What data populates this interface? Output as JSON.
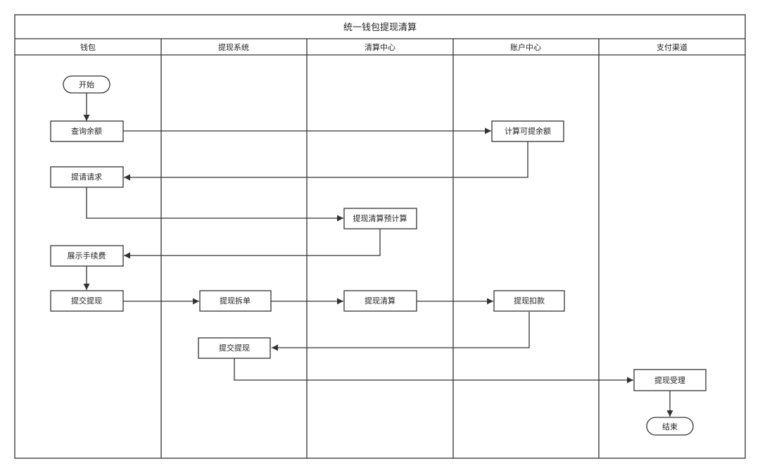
{
  "diagram": {
    "title": "统一钱包提现清算",
    "lanes": [
      {
        "id": "wallet",
        "label": "钱包"
      },
      {
        "id": "withdraw_sys",
        "label": "提现系统"
      },
      {
        "id": "clearing",
        "label": "清算中心"
      },
      {
        "id": "account",
        "label": "账户中心"
      },
      {
        "id": "payment",
        "label": "支付渠道"
      }
    ],
    "nodes": [
      {
        "id": "start",
        "label": "开始",
        "shape": "terminal",
        "lane": "wallet"
      },
      {
        "id": "query_balance",
        "label": "查询余额",
        "shape": "process",
        "lane": "wallet"
      },
      {
        "id": "calc_withdrawable",
        "label": "计算可提余额",
        "shape": "process",
        "lane": "account"
      },
      {
        "id": "withdraw_request",
        "label": "提请请求",
        "shape": "process",
        "lane": "wallet"
      },
      {
        "id": "pre_calc",
        "label": "提现清算预计算",
        "shape": "process",
        "lane": "clearing"
      },
      {
        "id": "show_fee",
        "label": "展示手续费",
        "shape": "process",
        "lane": "wallet"
      },
      {
        "id": "submit_wallet",
        "label": "提交提现",
        "shape": "process",
        "lane": "wallet"
      },
      {
        "id": "split_order",
        "label": "提现拆单",
        "shape": "process",
        "lane": "withdraw_sys"
      },
      {
        "id": "clearing_step",
        "label": "提现清算",
        "shape": "process",
        "lane": "clearing"
      },
      {
        "id": "deduct",
        "label": "提现扣款",
        "shape": "process",
        "lane": "account"
      },
      {
        "id": "submit_sys",
        "label": "提交提现",
        "shape": "process",
        "lane": "withdraw_sys"
      },
      {
        "id": "accept",
        "label": "提现受理",
        "shape": "process",
        "lane": "payment"
      },
      {
        "id": "end",
        "label": "结束",
        "shape": "terminal",
        "lane": "payment"
      }
    ],
    "edges": [
      {
        "from": "start",
        "to": "query_balance"
      },
      {
        "from": "query_balance",
        "to": "calc_withdrawable"
      },
      {
        "from": "calc_withdrawable",
        "to": "withdraw_request"
      },
      {
        "from": "withdraw_request",
        "to": "pre_calc"
      },
      {
        "from": "pre_calc",
        "to": "show_fee"
      },
      {
        "from": "show_fee",
        "to": "submit_wallet"
      },
      {
        "from": "submit_wallet",
        "to": "split_order"
      },
      {
        "from": "split_order",
        "to": "clearing_step"
      },
      {
        "from": "clearing_step",
        "to": "deduct"
      },
      {
        "from": "deduct",
        "to": "submit_sys"
      },
      {
        "from": "submit_sys",
        "to": "accept"
      },
      {
        "from": "accept",
        "to": "end"
      }
    ]
  }
}
